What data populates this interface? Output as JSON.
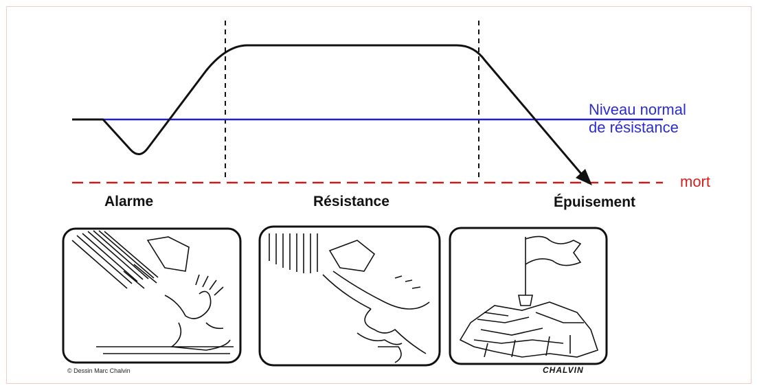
{
  "labels": {
    "normal_level": [
      "Niveau normal",
      "de résistance"
    ],
    "death": "mort"
  },
  "phases": [
    "Alarme",
    "Résistance",
    "Épuisement"
  ],
  "credit": "© Dessin Marc Chalvin",
  "signature": "CHALVIN",
  "colors": {
    "curve": "#111111",
    "normal_level": "#2020cc",
    "death": "#cc1a1a",
    "frame": "#f2caca"
  }
}
